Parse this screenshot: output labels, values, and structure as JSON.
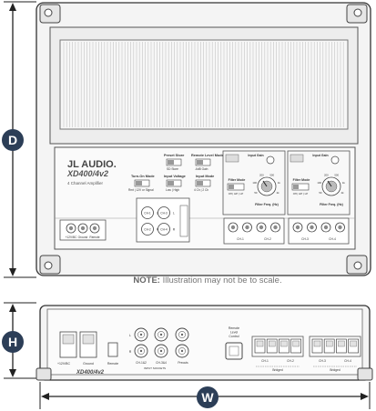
{
  "dimensions": {
    "d_label": "D",
    "h_label": "H",
    "w_label": "W",
    "accent_color": "#2c3e57"
  },
  "top_view": {
    "brand": "JL AUDIO.",
    "model": "XD400/4v2",
    "subtitle": "4 Channel Amplifier",
    "preset_store_label": "Preset Store",
    "preset_store_value": "SD Store",
    "remote_level_label": "Remote Level Mode",
    "remote_level_value": "-6dB  Gain",
    "turn_on_label": "Turn-On Mode",
    "turn_on_value": "Rmt  | 12V or Signal",
    "input_voltage_label": "Input Voltage",
    "input_voltage_value": "Low  | High",
    "input_mode_label": "Input Mode",
    "input_mode_value": "4 Ch | 2 Ch",
    "power_labels": [
      "+12V/BC",
      "Ground",
      "Remote"
    ],
    "input_jacks": [
      "CH-1",
      "CH-2",
      "CH-3",
      "CH-4"
    ],
    "input_jack_side": [
      "L",
      "R",
      "L",
      "R"
    ],
    "input_gain_label": "Input Gain",
    "filter_mode_label": "Filter Mode",
    "filter_mode_value": "Off | HP | LP",
    "filter_freq_label": "Filter Freq. (Hz)",
    "dial_ticks": [
      "50",
      "100",
      "200",
      "500",
      "1k",
      "2k"
    ],
    "channel_labels_left": [
      "CH-1",
      "CH-2"
    ],
    "channel_labels_right": [
      "CH-3",
      "CH-4"
    ],
    "note_bold": "NOTE:",
    "note_text": " Illustration may not be to scale."
  },
  "front_view": {
    "power_labels": [
      "+12V/BC",
      "Ground",
      "Remote"
    ],
    "rca_groups": [
      "CH-1&2",
      "CH-3&4"
    ],
    "rca_bottom_label": "INPUT SOCKETS",
    "preouts_label": "Preouts",
    "rca_side": [
      "L",
      "R"
    ],
    "remote_level_label": [
      "Remote",
      "Level",
      "Control"
    ],
    "ch12_labels": [
      "CH-1",
      "CH-2"
    ],
    "ch34_labels": [
      "CH-3",
      "CH-4"
    ],
    "bridged_label": "Bridged",
    "model": "XD400/4v2"
  }
}
